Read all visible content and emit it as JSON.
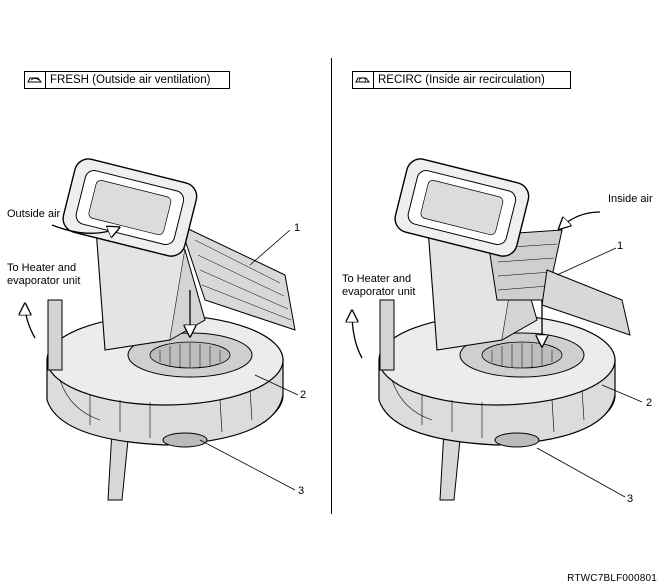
{
  "left": {
    "mode_label": "FRESH (Outside air ventilation)",
    "mode_icon": "car-fresh-air-icon",
    "air_label": "Outside air",
    "heater_label_line1": "To Heater and",
    "heater_label_line2": "evaporator unit",
    "callouts": [
      "1",
      "2",
      "3"
    ]
  },
  "right": {
    "mode_label": "RECIRC (Inside air recirculation)",
    "mode_icon": "car-recirc-air-icon",
    "air_label": "Inside air",
    "heater_label_line1": "To Heater and",
    "heater_label_line2": "evaporator unit",
    "callouts": [
      "1",
      "2",
      "3"
    ]
  },
  "footer_code": "RTWC7BLF000801"
}
